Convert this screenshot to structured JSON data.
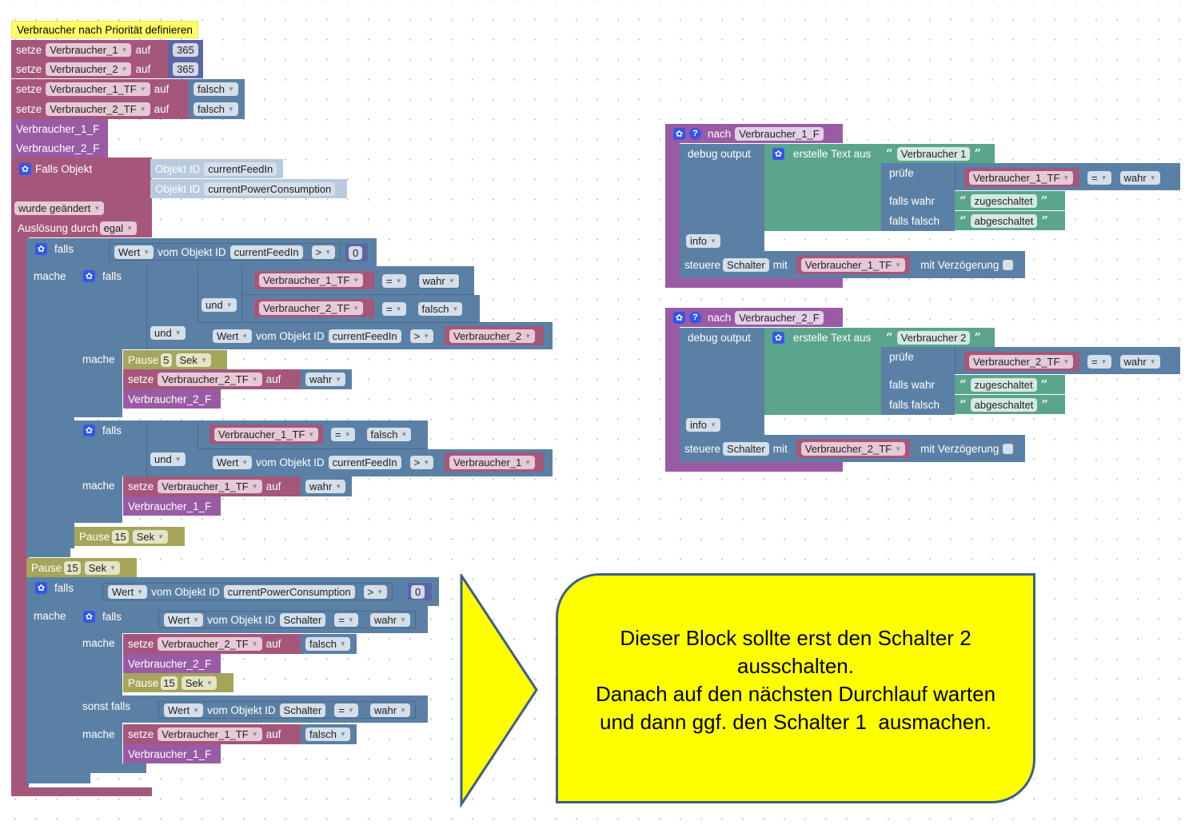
{
  "colors": {
    "variable_block": "#a5577b",
    "function_block": "#9a5ba5",
    "logic_block": "#5b80a5",
    "number_block": "#5b67a5",
    "pause_block": "#a5a55b",
    "text_block": "#5ba58c",
    "comment_yellow": "#ffff66",
    "note_fill": "#ffff00",
    "note_border": "#3f5e88"
  },
  "main": {
    "comment": "Verbraucher nach Priorität definieren",
    "sets": [
      {
        "kw": "setze",
        "var": "Verbraucher_1",
        "to": "auf",
        "value": "365"
      },
      {
        "kw": "setze",
        "var": "Verbraucher_2",
        "to": "auf",
        "value": "365"
      },
      {
        "kw": "setze",
        "var": "Verbraucher_1_TF",
        "to": "auf",
        "value": "falsch"
      },
      {
        "kw": "setze",
        "var": "Verbraucher_2_TF",
        "to": "auf",
        "value": "falsch"
      }
    ],
    "calls": [
      "Verbraucher_1_F",
      "Verbraucher_2_F"
    ],
    "trigger": {
      "label": "Falls Objekt",
      "obj_label": "Objekt ID",
      "objects": [
        "currentFeedIn",
        "currentPowerConsumption"
      ],
      "change": "wurde geändert",
      "ack_label": "Auslösung durch",
      "ack_value": "egal"
    },
    "if1": {
      "falls": "falls",
      "wert": "Wert",
      "vom": "vom Objekt ID",
      "obj": "currentFeedIn",
      "op": ">",
      "num": "0",
      "mache": "mache",
      "inner1": {
        "falls": "falls",
        "var1": "Verbraucher_1_TF",
        "eq": "=",
        "val1": "wahr",
        "und": "und",
        "var2": "Verbraucher_2_TF",
        "val2": "falsch",
        "und2": "und",
        "wert": "Wert",
        "vom": "vom Objekt ID",
        "obj": "currentFeedIn",
        "op": ">",
        "cmp": "Verbraucher_2",
        "mache": "mache",
        "pause": "Pause",
        "pause_n": "5",
        "pause_u": "Sek",
        "set": "setze",
        "set_var": "Verbraucher_2_TF",
        "auf": "auf",
        "set_val": "wahr",
        "call": "Verbraucher_2_F"
      },
      "inner2": {
        "falls": "falls",
        "var1": "Verbraucher_1_TF",
        "eq": "=",
        "val1": "falsch",
        "und": "und",
        "wert": "Wert",
        "vom": "vom Objekt ID",
        "obj": "currentFeedIn",
        "op": ">",
        "cmp": "Verbraucher_1",
        "mache": "mache",
        "set": "setze",
        "set_var": "Verbraucher_1_TF",
        "auf": "auf",
        "set_val": "wahr",
        "call": "Verbraucher_1_F"
      },
      "pause": "Pause",
      "pause_n": "15",
      "pause_u": "Sek"
    },
    "pause_outer": {
      "label": "Pause",
      "n": "15",
      "u": "Sek"
    },
    "if2": {
      "falls": "falls",
      "wert": "Wert",
      "vom": "vom Objekt ID",
      "obj": "currentPowerConsumption",
      "op": ">",
      "num": "0",
      "mache": "mache",
      "inner": {
        "falls": "falls",
        "wert": "Wert",
        "vom": "vom Objekt ID",
        "obj": "Schalter",
        "eq": "=",
        "val": "wahr",
        "mache": "mache",
        "set": "setze",
        "set_var": "Verbraucher_2_TF",
        "auf": "auf",
        "set_val": "falsch",
        "call": "Verbraucher_2_F",
        "pause": "Pause",
        "pause_n": "15",
        "pause_u": "Sek",
        "elseif": "sonst falls",
        "wert2": "Wert",
        "obj2": "Schalter",
        "val2": "wahr",
        "mache2": "mache",
        "set2_var": "Verbraucher_1_TF",
        "set2_val": "falsch",
        "call2": "Verbraucher_1_F"
      }
    }
  },
  "functions": [
    {
      "nach": "nach",
      "name": "Verbraucher_1_F",
      "debug": "debug output",
      "create": "erstelle Text aus",
      "text": "Verbraucher 1",
      "pruefe": "prüfe",
      "var": "Verbraucher_1_TF",
      "eq": "=",
      "val": "wahr",
      "if_true": "falls wahr",
      "true_text": "zugeschaltet",
      "if_false": "falls falsch",
      "false_text": "abgeschaltet",
      "level": "info",
      "steuere": "steuere",
      "obj": "Schalter",
      "mit": "mit",
      "ctrl_var": "Verbraucher_1_TF",
      "delay": "mit Verzögerung"
    },
    {
      "nach": "nach",
      "name": "Verbraucher_2_F",
      "debug": "debug output",
      "create": "erstelle Text aus",
      "text": "Verbraucher 2",
      "pruefe": "prüfe",
      "var": "Verbraucher_2_TF",
      "eq": "=",
      "val": "wahr",
      "if_true": "falls wahr",
      "true_text": "zugeschaltet",
      "if_false": "falls falsch",
      "false_text": "abgeschaltet",
      "level": "info",
      "steuere": "steuere",
      "obj": "Schalter",
      "mit": "mit",
      "ctrl_var": "Verbraucher_2_TF",
      "delay": "mit Verzögerung"
    }
  ],
  "note": {
    "lines": [
      "Dieser Block sollte erst den Schalter 2",
      "ausschalten.",
      "Danach auf den nächsten Durchlauf warten",
      "und dann ggf. den Schalter 1  ausmachen."
    ]
  }
}
